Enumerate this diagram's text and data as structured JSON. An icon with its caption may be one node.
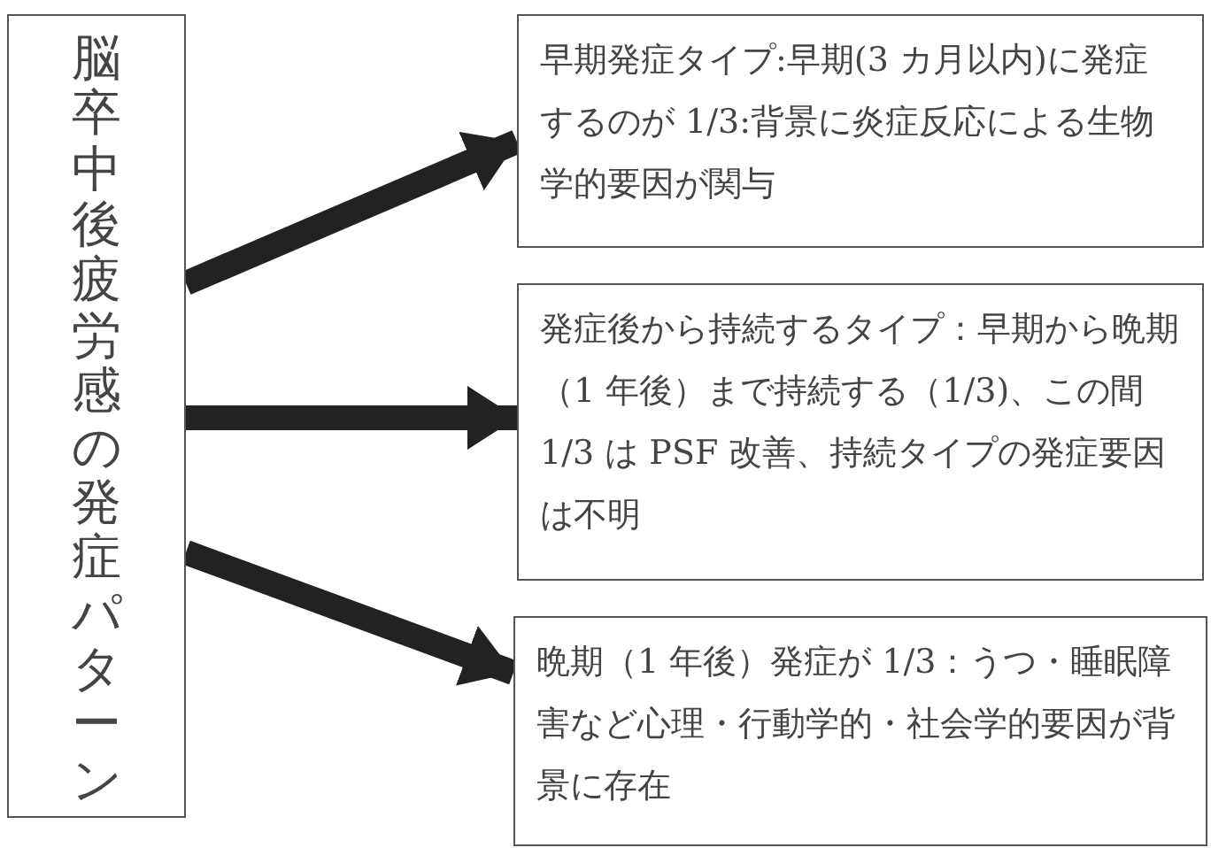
{
  "diagram": {
    "nodes": [
      {
        "text": [
          "脳卒中後疲労感の発症パターン"
        ]
      },
      {
        "text": [
          "早期発症タイプ:早期(3 カ月以内)に発症するのが 1/3:背景に炎症反応による生物学的要因が関与"
        ]
      },
      {
        "text": [
          "発症後から持続するタイプ：早期から晩期（1 年後）まで持続する（1/3)、この間 1/3 は PSF 改善、持続タイプの発症要因は不明"
        ]
      },
      {
        "text": [
          "晩期（1 年後）発症が 1/3：うつ・睡眠障害など心理・行動学的・社会学的要因が背景に存在"
        ]
      }
    ],
    "edges": [
      {
        "from": 0,
        "to": 1,
        "arrow": "to"
      },
      {
        "from": 0,
        "to": 2,
        "arrow": "to"
      },
      {
        "from": 0,
        "to": 3,
        "arrow": "to"
      }
    ]
  }
}
